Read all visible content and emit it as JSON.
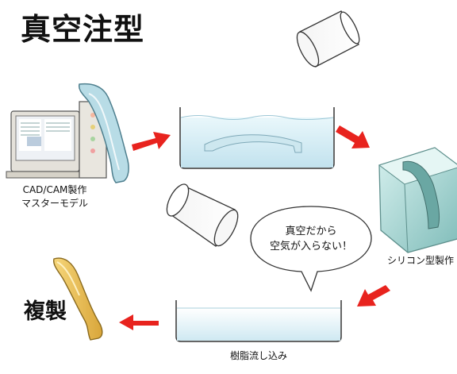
{
  "title": "真空注型",
  "step1": {
    "line1": "CAD/CAM製作",
    "line2": "マスターモデル"
  },
  "step3": {
    "label": "シリコン型製作"
  },
  "step4": {
    "label": "樹脂流し込み"
  },
  "step5": {
    "label": "複製"
  },
  "bubble": {
    "line1": "真空だから",
    "line2": "空気が入らない！"
  },
  "colors": {
    "arrow": "#e8231e",
    "part_blue": "#b8dce6",
    "part_yellow": "#f2c95a",
    "water": "#d6eef6"
  }
}
